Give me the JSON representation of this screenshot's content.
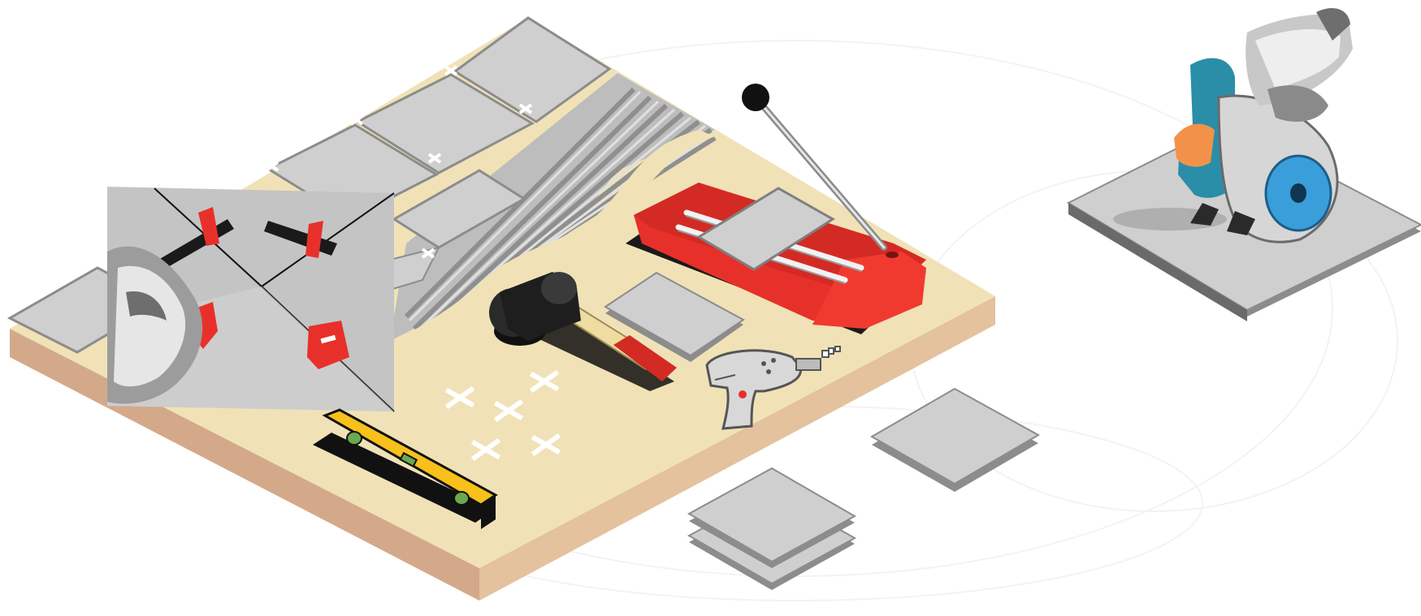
{
  "scene": {
    "objects": [
      "plywood-floor-base",
      "gray-floor-tiles",
      "corrugated-floor-underlay",
      "tile-cross-spacers",
      "tile-leveling-clips-inset",
      "hand-placing-leveling-clip",
      "manual-tile-cutter",
      "rubber-mallet",
      "loose-gray-tile",
      "drill-gun",
      "spirit-level",
      "stacked-tiles",
      "single-loose-tile",
      "circular-tile-saw-on-slab",
      "hand-holding-saw"
    ]
  },
  "colors": {
    "background": "#ffffff",
    "plywood_top": "#f0e2b6",
    "plywood_side_left": "#d4a98a",
    "plywood_side_right": "#e4c29d",
    "tile_top": "#cfcfcf",
    "tile_edge": "#8c8c8c",
    "cutter_red": "#e8302a",
    "level_yellow": "#f7c01a",
    "saw_teal": "#2a8ea8",
    "saw_blade_blue": "#3a9edb",
    "mallet_black": "#1e1e1e",
    "handle_wood": "#eedca0",
    "spacer_white": "#ffffff"
  }
}
